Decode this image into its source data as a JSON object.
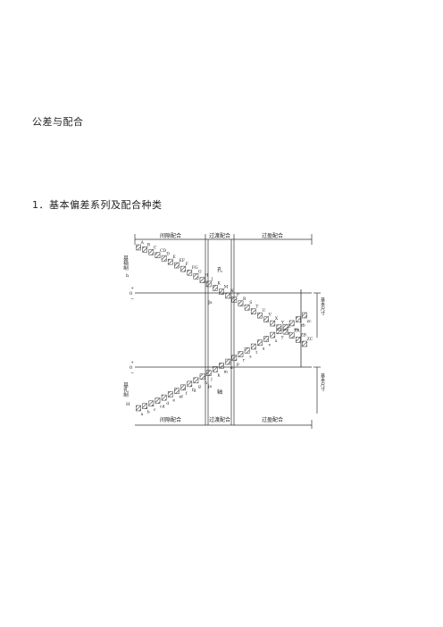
{
  "document": {
    "title": "公差与配合",
    "section_heading": "1．基本偏差系列及配合种类"
  },
  "diagram": {
    "top_labels": [
      "间隙配合",
      "过渡配合",
      "过盈配合"
    ],
    "bottom_labels": [
      "间隙配合",
      "过渡配合",
      "过盈配合"
    ],
    "upper_side_label": "基轴制",
    "upper_side_sub": "h",
    "lower_side_label": "基孔制",
    "lower_side_sub": "H",
    "upper_center_label": "孔",
    "lower_center_label": "轴",
    "upper_js": "Js",
    "lower_js": "js",
    "right_label_upper": "基本尺寸",
    "right_label_lower": "基本尺寸",
    "zero_marks": [
      "0",
      "+",
      "−"
    ],
    "upper_letters": [
      "A",
      "B",
      "C",
      "CD",
      "D",
      "E",
      "EF",
      "F",
      "FG",
      "G",
      "H",
      "J",
      "K",
      "M",
      "N",
      "P",
      "R",
      "S",
      "T",
      "U",
      "V",
      "X",
      "Y",
      "Z",
      "ZA",
      "ZB",
      "ZC"
    ],
    "lower_letters": [
      "a",
      "b",
      "c",
      "cd",
      "d",
      "e",
      "ef",
      "f",
      "fg",
      "g",
      "h",
      "j",
      "k",
      "m",
      "n",
      "p",
      "r",
      "s",
      "t",
      "u",
      "v",
      "x",
      "y",
      "z",
      "za",
      "zb",
      "zc"
    ]
  }
}
